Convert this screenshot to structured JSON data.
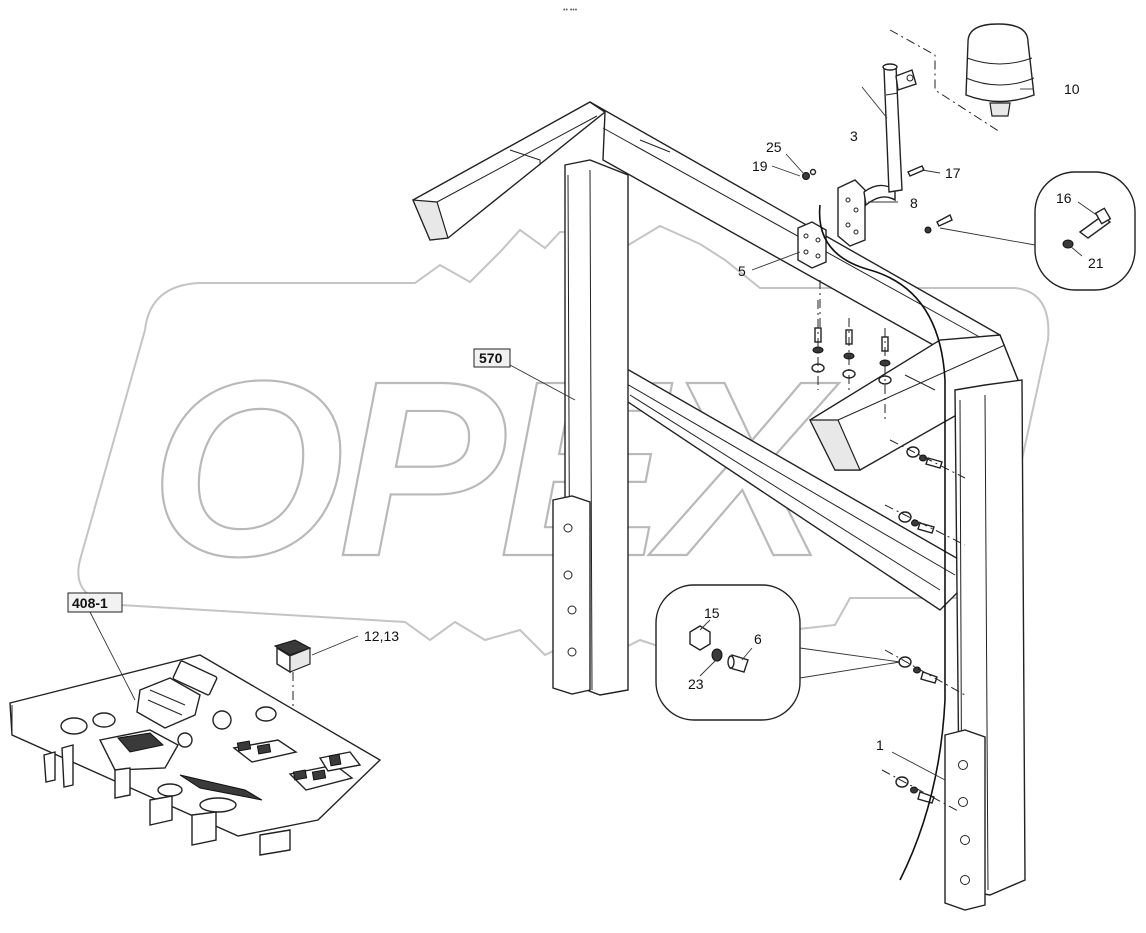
{
  "watermark": "OPEX",
  "header_mark": "•• •••",
  "labels": {
    "l1": "1",
    "l3": "3",
    "l5": "5",
    "l6": "6",
    "l8": "8",
    "l10": "10",
    "l12_13": "12,13",
    "l15": "15",
    "l16": "16",
    "l17": "17",
    "l19": "19",
    "l21": "21",
    "l23": "23",
    "l25": "25"
  },
  "boxed_labels": {
    "b570": "570",
    "b408": "408-1"
  }
}
